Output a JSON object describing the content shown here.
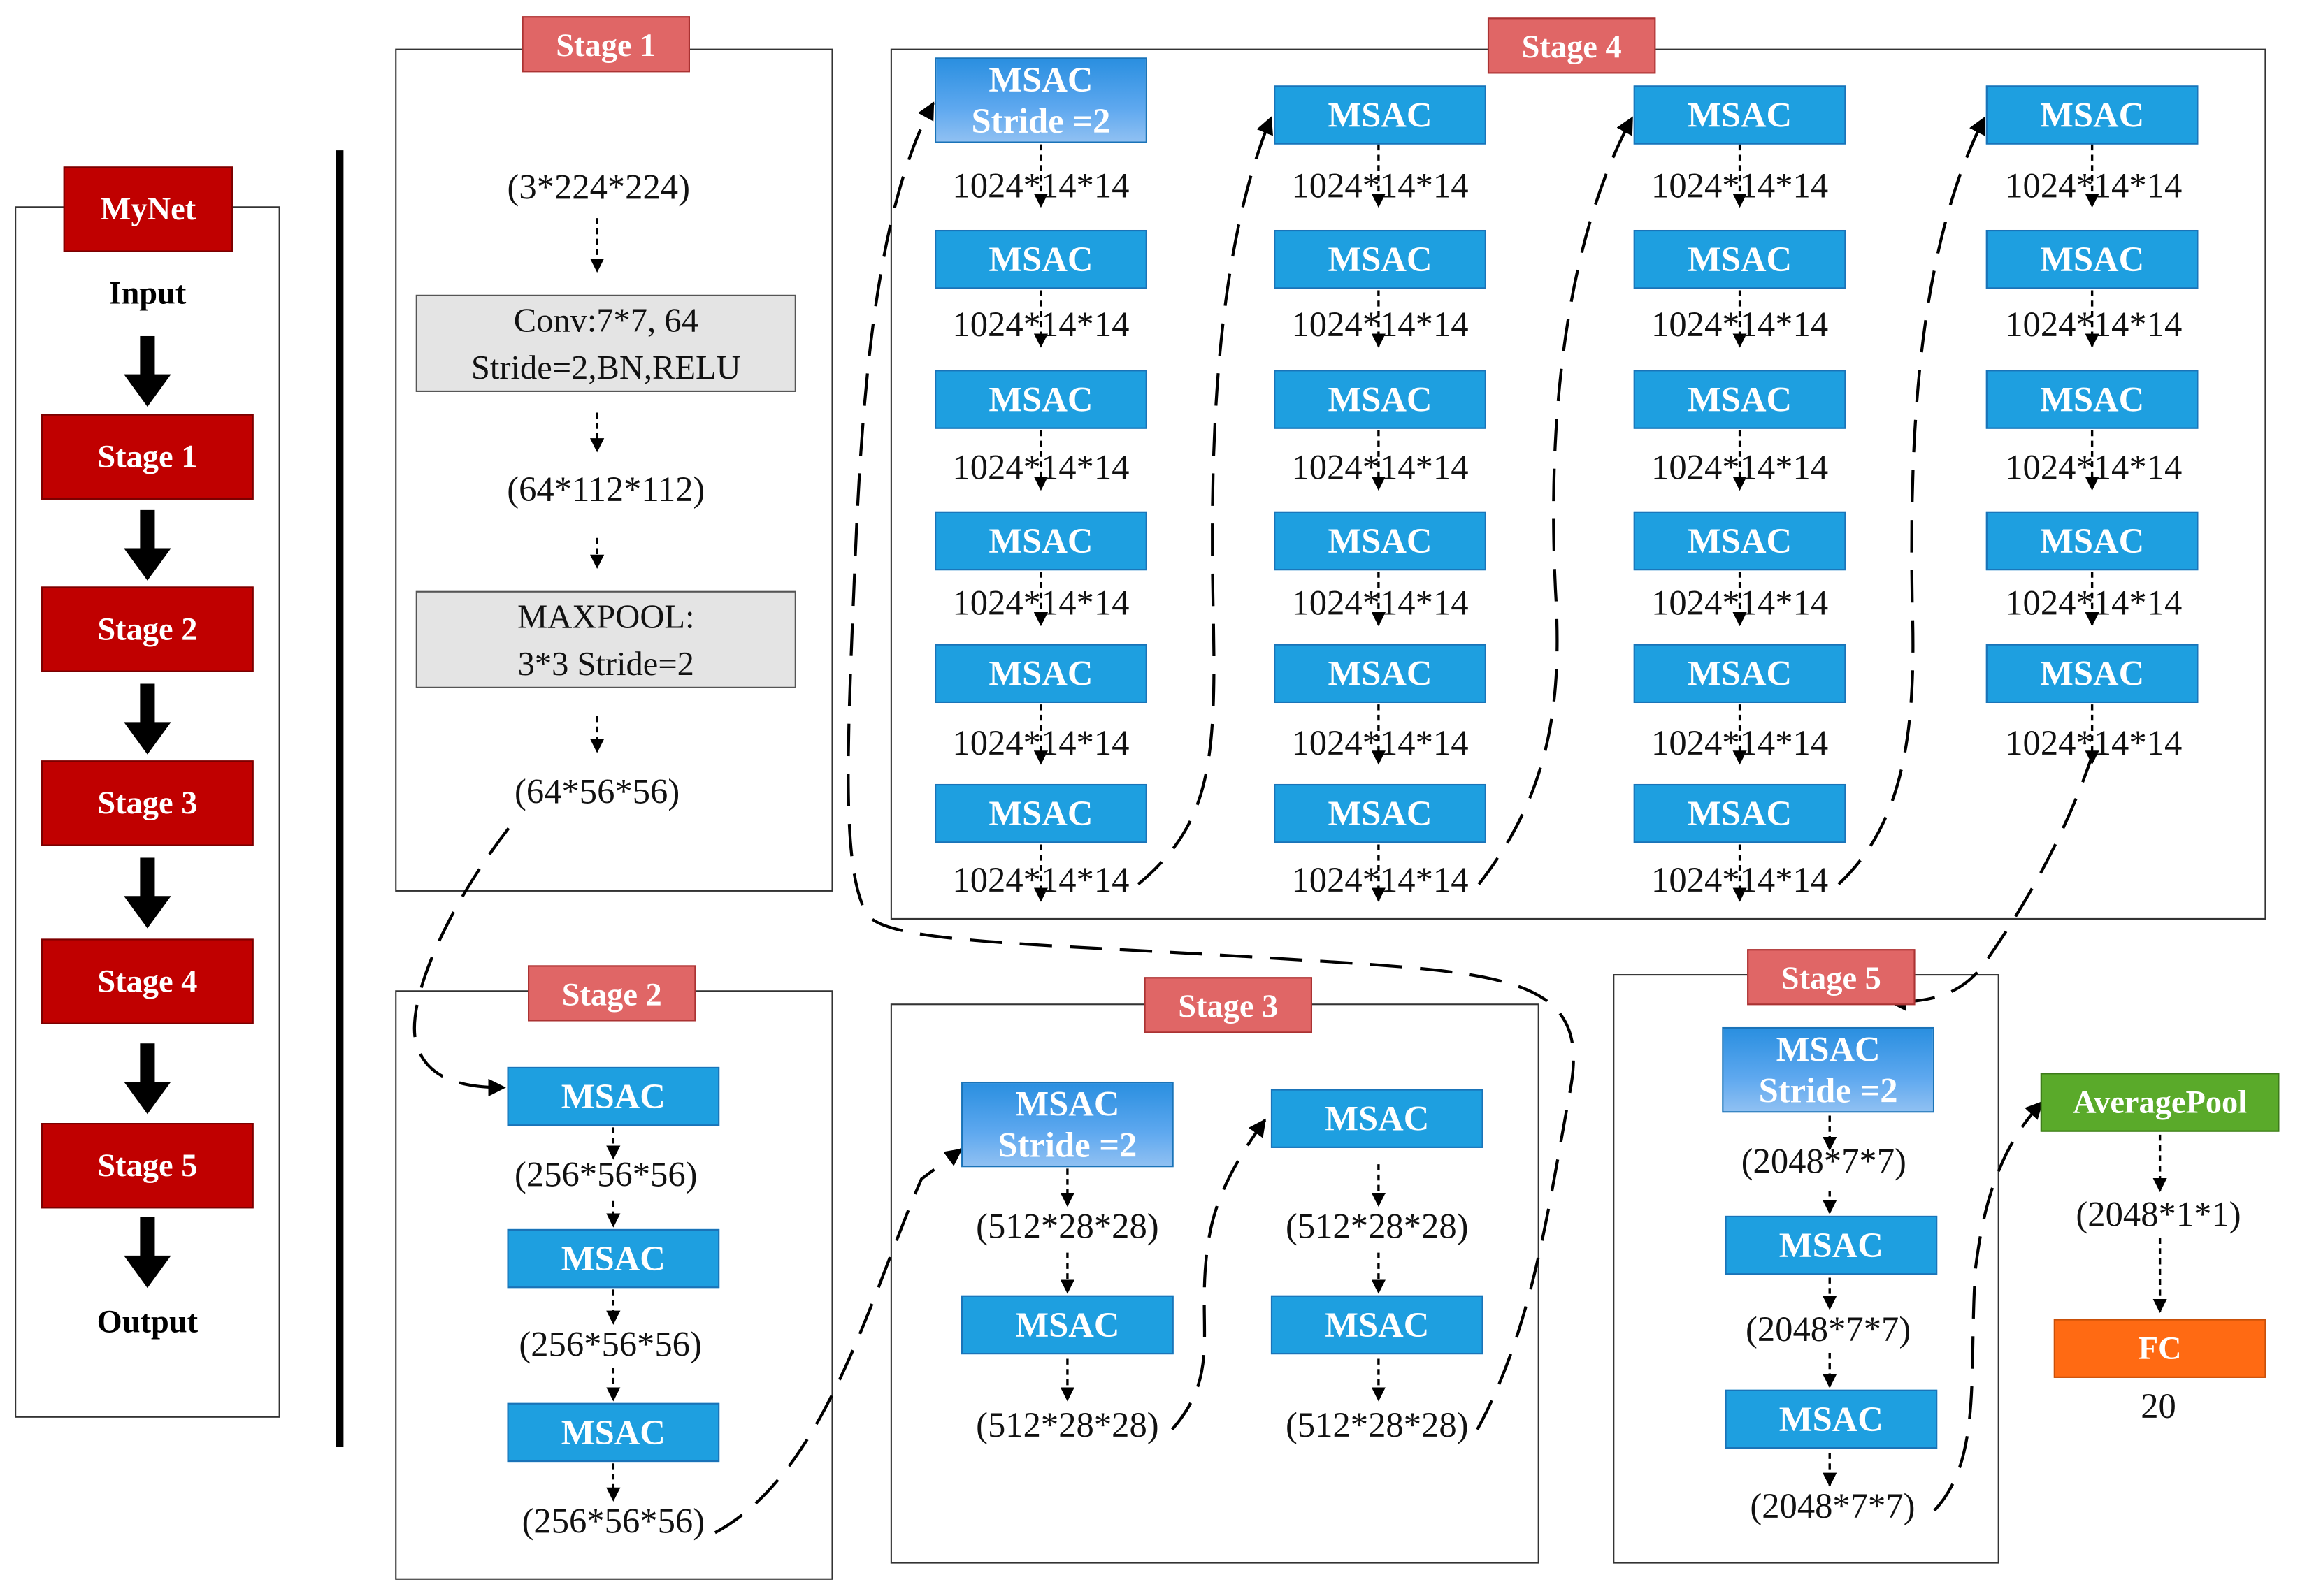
{
  "mynet": {
    "title": "MyNet",
    "input": "Input",
    "stages": [
      "Stage 1",
      "Stage 2",
      "Stage 3",
      "Stage 4",
      "Stage 5"
    ],
    "output": "Output"
  },
  "stage1": {
    "tag": "Stage 1",
    "input_dim": "(3*224*224)",
    "conv_line1": "Conv:7*7, 64",
    "conv_line2": "Stride=2,BN,RELU",
    "dim_after_conv": "(64*112*112)",
    "pool_line1": "MAXPOOL:",
    "pool_line2": "3*3 Stride=2",
    "output_dim": "(64*56*56)"
  },
  "stage2": {
    "tag": "Stage 2",
    "blocks": [
      {
        "label": "MSAC",
        "dim": "(256*56*56)"
      },
      {
        "label": "MSAC",
        "dim": "(256*56*56)"
      },
      {
        "label": "MSAC",
        "dim": "(256*56*56)"
      }
    ]
  },
  "stage3": {
    "tag": "Stage 3",
    "columns": [
      {
        "blocks": [
          {
            "label": "MSAC",
            "label2": "Stride =2",
            "dim": "(512*28*28)"
          },
          {
            "label": "MSAC",
            "dim": "(512*28*28)"
          }
        ]
      },
      {
        "blocks": [
          {
            "label": "MSAC",
            "dim": "(512*28*28)"
          },
          {
            "label": "MSAC",
            "dim": "(512*28*28)"
          }
        ]
      }
    ]
  },
  "stage4": {
    "tag": "Stage 4",
    "block_label": "MSAC",
    "first_block_label2": "Stride =2",
    "dim": "1024*14*14",
    "column_block_counts": [
      6,
      6,
      6,
      5
    ]
  },
  "stage5": {
    "tag": "Stage 5",
    "blocks": [
      {
        "label": "MSAC",
        "label2": "Stride =2",
        "dim": "(2048*7*7)"
      },
      {
        "label": "MSAC",
        "dim": "(2048*7*7)"
      },
      {
        "label": "MSAC",
        "dim": "(2048*7*7)"
      }
    ]
  },
  "head": {
    "pool_label": "AveragePool",
    "pool_dim": "(2048*1*1)",
    "fc_label": "FC",
    "fc_out": "20"
  },
  "colors": {
    "stage_tag": "#e06666",
    "mynet_box": "#c00000",
    "msac": "#1e9fe0",
    "average_pool": "#5aaa2a",
    "fc": "#ff6a13",
    "gray_block": "#e4e4e4"
  }
}
